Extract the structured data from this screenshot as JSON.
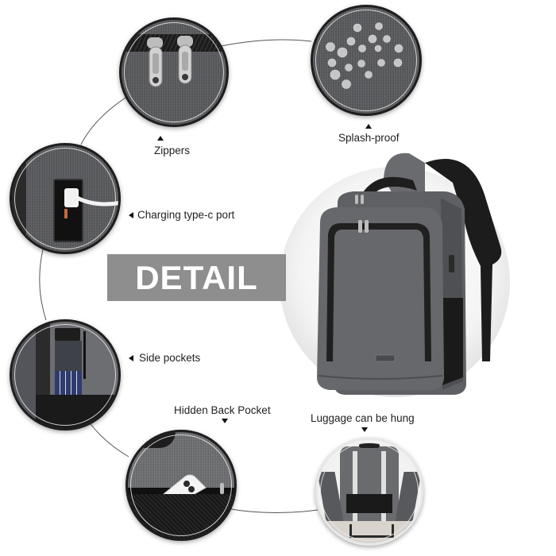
{
  "banner": {
    "title": "DETAIL"
  },
  "features": [
    {
      "id": "zippers",
      "label": "Zippers",
      "pointer": "up"
    },
    {
      "id": "splash-proof",
      "label": "Splash-proof",
      "pointer": "up"
    },
    {
      "id": "charging-port",
      "label": "Charging type-c port",
      "pointer": "left"
    },
    {
      "id": "side-pockets",
      "label": "Side pockets",
      "pointer": "left"
    },
    {
      "id": "hidden-back-pocket",
      "label": "Hidden Back Pocket",
      "pointer": "down"
    },
    {
      "id": "luggage",
      "label": "Luggage can be hung",
      "pointer": "down"
    }
  ],
  "colors": {
    "banner_bg": "#8e8e8e",
    "fabric_gray": "#5b5c5f",
    "text": "#222222"
  }
}
